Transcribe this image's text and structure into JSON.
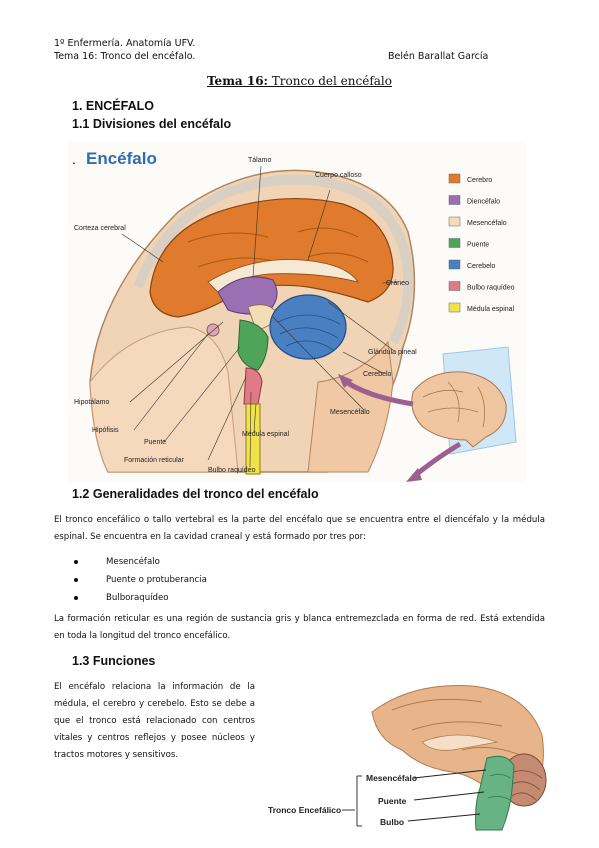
{
  "header": {
    "line1": "1º Enfermería. Anatomía UFV.",
    "line2_left": "Tema 16: Tronco del encéfalo.",
    "line2_right": "Belén Barallat García"
  },
  "title": {
    "strong": "Tema 16:",
    "rest": " Tronco del encéfalo"
  },
  "section1": {
    "heading": "1.   ENCÉFALO"
  },
  "section1_1": {
    "heading": "1.1 Divisiones del encéfalo"
  },
  "figure1": {
    "title": "Encéfalo",
    "labels": {
      "talamo": "Tálamo",
      "cuerpo_calloso": "Cuerpo calloso",
      "corteza": "Corteza cerebral",
      "craneo": "Cráneo",
      "glandula": "Glándula pineal",
      "cerebelo": "Cerebelo",
      "hipotalamo": "Hipotálamo",
      "hipofisis": "Hipófisis",
      "puente": "Puente",
      "formacion": "Formación reticular",
      "medula": "Médula espinal",
      "mesencefalo": "Mesencéfalo",
      "bulbo": "Bulbo raquídeo"
    },
    "legend": [
      {
        "label": "Cerebro",
        "color": "#e07a2c"
      },
      {
        "label": "Diencéfalo",
        "color": "#9b6fb3"
      },
      {
        "label": "Mesencéfalo",
        "color": "#f3dcb6"
      },
      {
        "label": "Puente",
        "color": "#4ea55a"
      },
      {
        "label": "Cerebelo",
        "color": "#4a7fc1"
      },
      {
        "label": "Bulbo raquídeo",
        "color": "#e07a86"
      },
      {
        "label": "Médula espinal",
        "color": "#f2e24a"
      }
    ]
  },
  "section1_2": {
    "heading": "1.2 Generalidades del tronco del encéfalo",
    "para1": "El tronco encefálico o tallo vertebral es la parte del encéfalo que se encuentra entre el diencéfalo y la médula espinal. Se encuentra en la cavidad craneal y está formado por tres por:",
    "bullets": [
      "Mesencéfalo",
      "Puente o protuberancia",
      "Bulboraquídeo"
    ],
    "para2": "La formación reticular es una región de sustancia gris y blanca entremezclada en forma de red. Está extendida en toda la longitud del tronco encefálico."
  },
  "section1_3": {
    "heading": "1.3 Funciones",
    "para": "El encéfalo relaciona la información de la médula, el cerebro y cerebelo. Esto se debe a que el tronco está relacionado con centros vitales y centros reflejos y posee núcleos y tractos motores y sensitivos."
  },
  "figure2": {
    "labels": {
      "tronco": "Tronco Encefálico",
      "mesencefalo": "Mesencéfalo",
      "puente": "Puente",
      "bulbo": "Bulbo"
    }
  }
}
